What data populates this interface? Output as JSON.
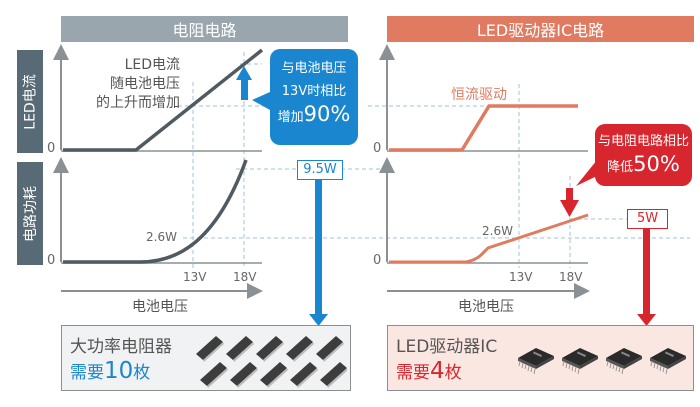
{
  "headers": {
    "left": "电阻电路",
    "right": "LED驱动器IC电路"
  },
  "side_labels": {
    "top": "LED电流",
    "bottom": "电路功耗"
  },
  "axes": {
    "zero": "0",
    "tick_13v": "13V",
    "tick_18v": "18V",
    "x_label": "电池电压"
  },
  "left_panel": {
    "annotation_lines": [
      "LED电流",
      "随电池电压",
      "的上升而增加"
    ],
    "power_label": "2.6W",
    "callout": {
      "line1": "与电池电压",
      "line2": "13V时相比",
      "line3_prefix": "增加",
      "line3_value": "90%"
    },
    "value_box": "9.5W",
    "bottom_box": {
      "title": "大功率电阻器",
      "count_prefix": "需要",
      "count_value": "10",
      "count_suffix": "枚",
      "component_count": 10
    }
  },
  "right_panel": {
    "annotation": "恒流驱动",
    "power_label": "2.6W",
    "callout": {
      "line1": "与电阻电路相比",
      "line2_prefix": "降低",
      "line2_value": "50%"
    },
    "value_box": "5W",
    "bottom_box": {
      "title": "LED驱动器IC",
      "count_prefix": "需要",
      "count_value": "4",
      "count_suffix": "枚",
      "component_count": 4
    }
  },
  "colors": {
    "left_header": "#9aa6ad",
    "right_header": "#e07a60",
    "side_label": "#586a75",
    "blue_accent": "#1a86cf",
    "red_accent": "#d8262e",
    "left_curve": "#4f5a61",
    "right_curve": "#e07a60"
  }
}
